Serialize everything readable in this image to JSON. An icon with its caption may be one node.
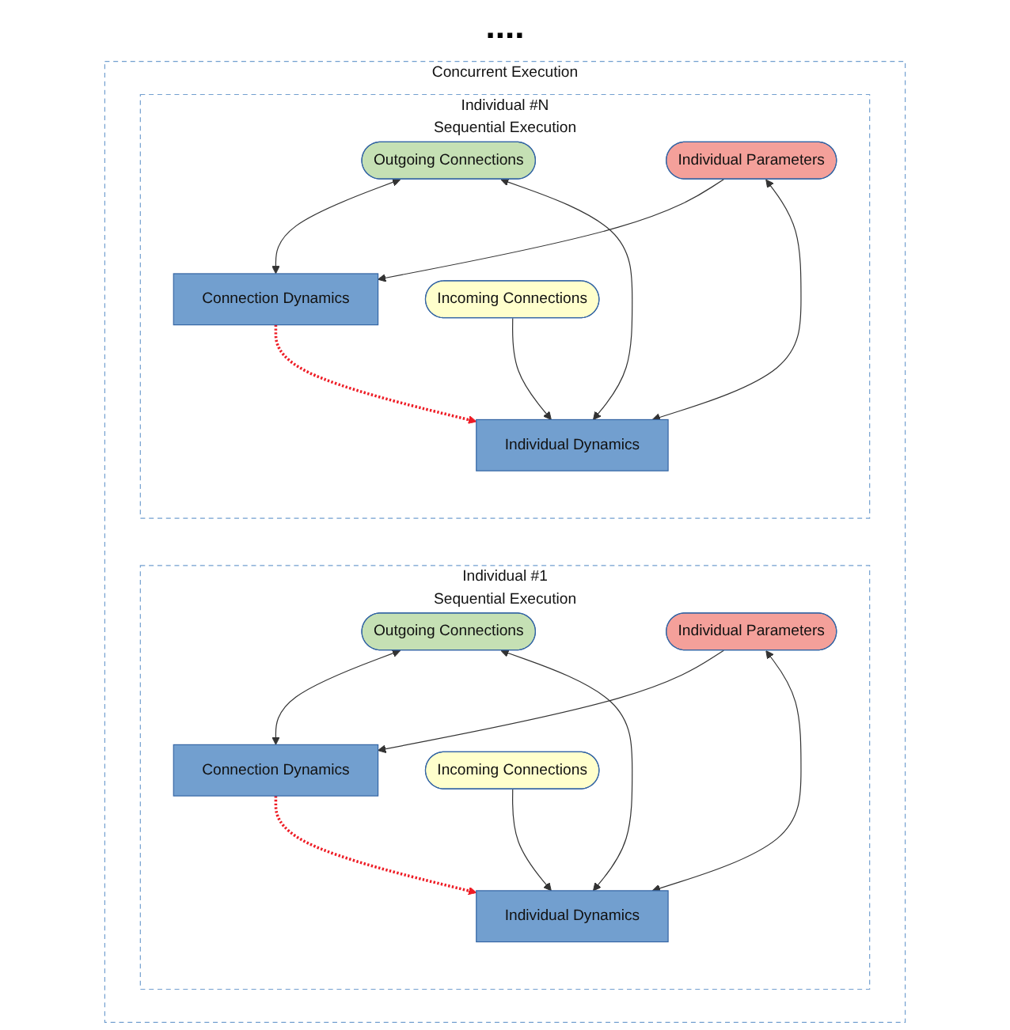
{
  "diagram": {
    "nodes": [
      {
        "text": [
          "Concurrent Execution"
        ]
      },
      {
        "text": [
          "Individual #1",
          "Sequential Execution"
        ],
        "in": 0
      },
      {
        "text": [
          "Outgoing Connections"
        ],
        "in": 1
      },
      {
        "text": [
          "Connection Dynamics"
        ],
        "in": 1
      },
      {
        "text": [
          "Individual Parameters"
        ],
        "in": 1
      },
      {
        "text": [
          "Individual Dynamics"
        ],
        "in": 1
      },
      {
        "text": [
          "Incoming Connections"
        ],
        "in": 1
      },
      {
        "text": [
          "Individual #N",
          "Sequential Execution"
        ],
        "in": 0
      },
      {
        "text": [
          "Outgoing Connections"
        ],
        "in": 7
      },
      {
        "text": [
          "Connection Dynamics"
        ],
        "in": 7
      },
      {
        "text": [
          "Individual Parameters"
        ],
        "in": 7
      },
      {
        "text": [
          "Individual Dynamics"
        ],
        "in": 7
      },
      {
        "text": [
          "Incoming Connections"
        ],
        "in": 7
      }
    ],
    "edges": [
      {
        "from": 2,
        "to": 3,
        "arrow": "both"
      },
      {
        "from": 3,
        "to": 5,
        "arrow": "to",
        "style": "dashed",
        "color": "#ee1c25"
      },
      {
        "from": 4,
        "to": 3,
        "arrow": "to"
      },
      {
        "from": 4,
        "to": 5,
        "arrow": "both"
      },
      {
        "from": 6,
        "to": 5,
        "arrow": "to"
      },
      {
        "from": 2,
        "to": 5,
        "arrow": "both"
      },
      {
        "from": 8,
        "to": 9,
        "arrow": "both"
      },
      {
        "from": 9,
        "to": 11,
        "arrow": "to",
        "style": "dashed",
        "color": "#ee1c25"
      },
      {
        "from": 10,
        "to": 9,
        "arrow": "to"
      },
      {
        "from": 10,
        "to": 11,
        "arrow": "both"
      },
      {
        "from": 12,
        "to": 11,
        "arrow": "to"
      },
      {
        "from": 8,
        "to": 11,
        "arrow": "both"
      }
    ],
    "labels": [
      "...."
    ]
  }
}
